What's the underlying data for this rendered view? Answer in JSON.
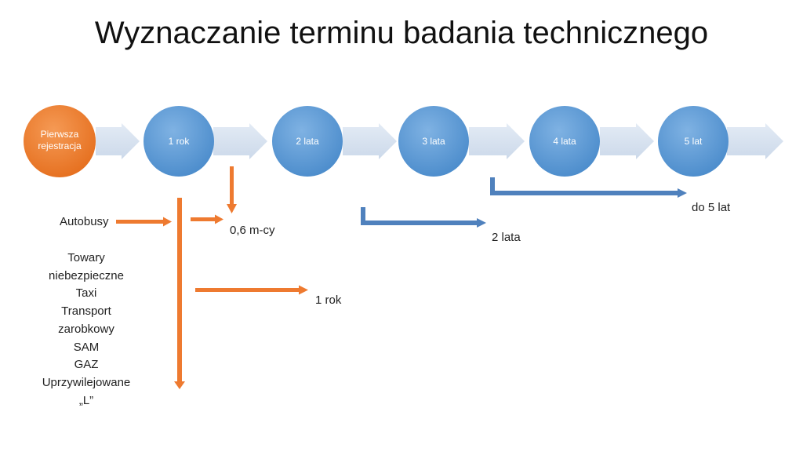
{
  "title": "Wyznaczanie terminu badania technicznego",
  "timeline": [
    {
      "line1": "Pierwsza",
      "line2": "rejestracja",
      "color": "#ee7a30"
    },
    {
      "line1": "1 rok",
      "line2": "",
      "color": "#5b9bd5"
    },
    {
      "line1": "2 lata",
      "line2": "",
      "color": "#5b9bd5"
    },
    {
      "line1": "3 lata",
      "line2": "",
      "color": "#5b9bd5"
    },
    {
      "line1": "4 lata",
      "line2": "",
      "color": "#5b9bd5"
    },
    {
      "line1": "5 lat",
      "line2": "",
      "color": "#5b9bd5"
    }
  ],
  "labels": {
    "autobusy": "Autobusy",
    "months": "0,6 m-cy",
    "one_year": "1 rok",
    "two_years": "2 lata",
    "five_years": "do 5 lat"
  },
  "categories": [
    "Towary",
    "niebezpieczne",
    "Taxi",
    "Transport",
    "zarobkowy",
    "SAM",
    "GAZ",
    "Uprzywilejowane",
    "„L”"
  ],
  "colors": {
    "orange_arrow": "#ee7a30",
    "blue_arrow": "#4f81bd",
    "chevron": "#d6e1ef"
  }
}
